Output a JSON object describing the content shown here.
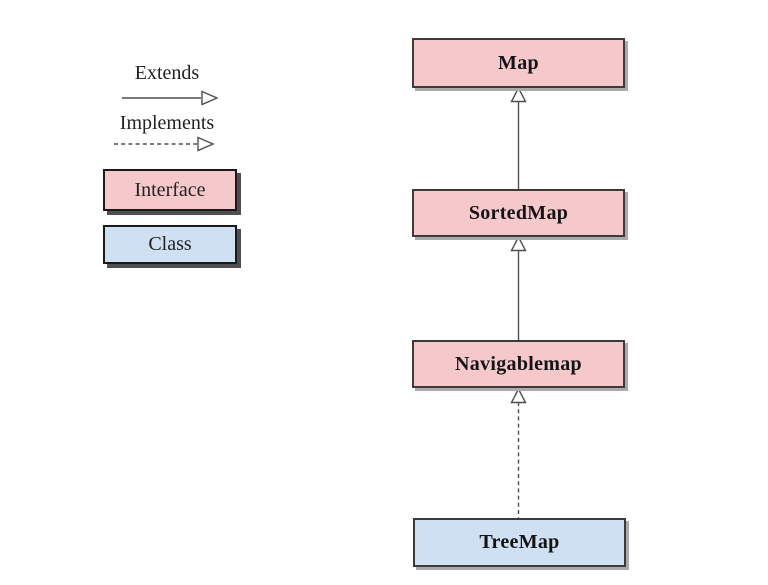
{
  "page": {
    "background": "#ffffff"
  },
  "legend": {
    "extends_label": "Extends",
    "implements_label": "Implements",
    "interface_label": "Interface",
    "class_label": "Class"
  },
  "diagram": {
    "nodes": [
      {
        "id": "map",
        "label": "Map",
        "kind": "interface"
      },
      {
        "id": "sortedmap",
        "label": "SortedMap",
        "kind": "interface"
      },
      {
        "id": "navigablemap",
        "label": "Navigablemap",
        "kind": "interface"
      },
      {
        "id": "treemap",
        "label": "TreeMap",
        "kind": "class"
      }
    ],
    "edges": [
      {
        "from": "SortedMap",
        "to": "Map",
        "relation": "extends",
        "line": "solid",
        "arrowhead": "open-triangle"
      },
      {
        "from": "Navigablemap",
        "to": "SortedMap",
        "relation": "extends",
        "line": "solid",
        "arrowhead": "open-triangle"
      },
      {
        "from": "TreeMap",
        "to": "Navigablemap",
        "relation": "implements",
        "line": "dashed",
        "arrowhead": "open-triangle"
      }
    ]
  },
  "colors": {
    "interface_fill": "#f5c8cc",
    "class_fill": "#cfe0f2",
    "node_border": "#3b3b3b",
    "legend_box_border": "#1a1a1a",
    "connector_stroke": "#4f4f4f",
    "node_shadow": "#aaaaaa",
    "legend_shadow": "#4f4f4f"
  }
}
